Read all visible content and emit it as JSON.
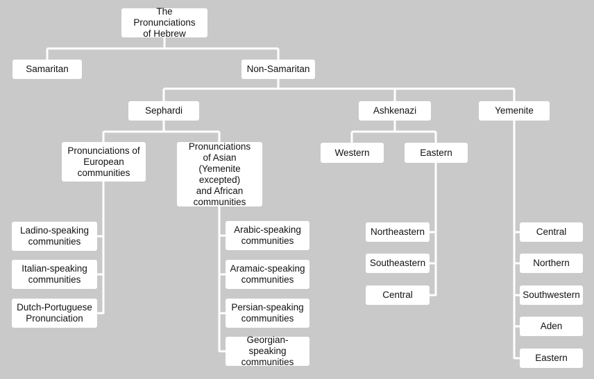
{
  "colors": {
    "background": "#c9c9c9",
    "box": "#ffffff",
    "connector": "#ffffff",
    "text": "#111111"
  },
  "tree": {
    "root": "The Pronunciations\nof Hebrew",
    "samaritan": "Samaritan",
    "non_samaritan": "Non-Samaritan",
    "sephardi": {
      "label": "Sephardi",
      "european": {
        "label": "Pronunciations of\nEuropean\ncommunities",
        "items": [
          "Ladino-speaking\ncommunities",
          "Italian-speaking\ncommunities",
          "Dutch-Portuguese\nPronunciation"
        ]
      },
      "asian_african": {
        "label": "Pronunciations\nof Asian\n(Yemenite excepted)\nand African\ncommunities",
        "items": [
          "Arabic-speaking\ncommunities",
          "Aramaic-speaking\ncommunities",
          "Persian-speaking\ncommunities",
          "Georgian-speaking\ncommunities"
        ]
      }
    },
    "ashkenazi": {
      "label": "Ashkenazi",
      "western": "Western",
      "eastern": {
        "label": "Eastern",
        "items": [
          "Northeastern",
          "Southeastern",
          "Central"
        ]
      }
    },
    "yemenite": {
      "label": "Yemenite",
      "items": [
        "Central",
        "Northern",
        "Southwestern",
        "Aden",
        "Eastern"
      ]
    }
  }
}
